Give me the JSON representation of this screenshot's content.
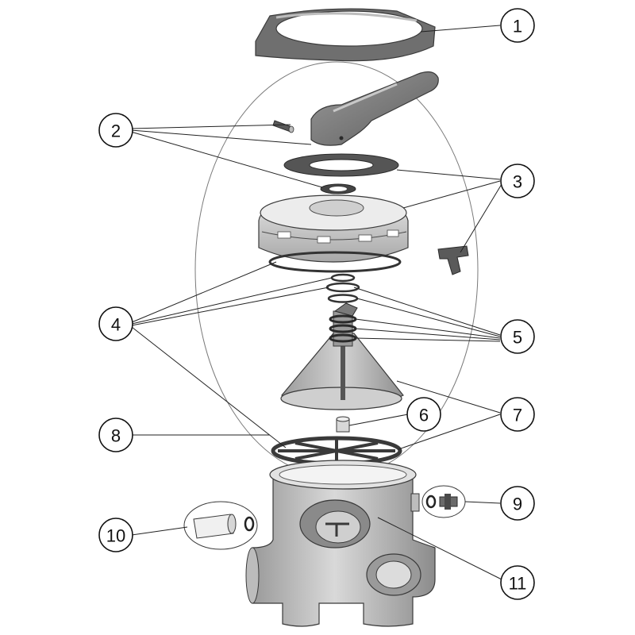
{
  "callouts": [
    {
      "id": "1",
      "label": "1"
    },
    {
      "id": "2",
      "label": "2"
    },
    {
      "id": "3",
      "label": "3"
    },
    {
      "id": "4",
      "label": "4"
    },
    {
      "id": "5",
      "label": "5"
    },
    {
      "id": "6",
      "label": "6"
    },
    {
      "id": "7",
      "label": "7"
    },
    {
      "id": "8",
      "label": "8"
    },
    {
      "id": "9",
      "label": "9"
    },
    {
      "id": "10",
      "label": "10"
    },
    {
      "id": "11",
      "label": "11"
    }
  ],
  "colors": {
    "part_dark": "#6e6e6e",
    "part_mid": "#a9a9a9",
    "part_light": "#d7d7d7",
    "line": "#222222",
    "background": "#ffffff"
  }
}
